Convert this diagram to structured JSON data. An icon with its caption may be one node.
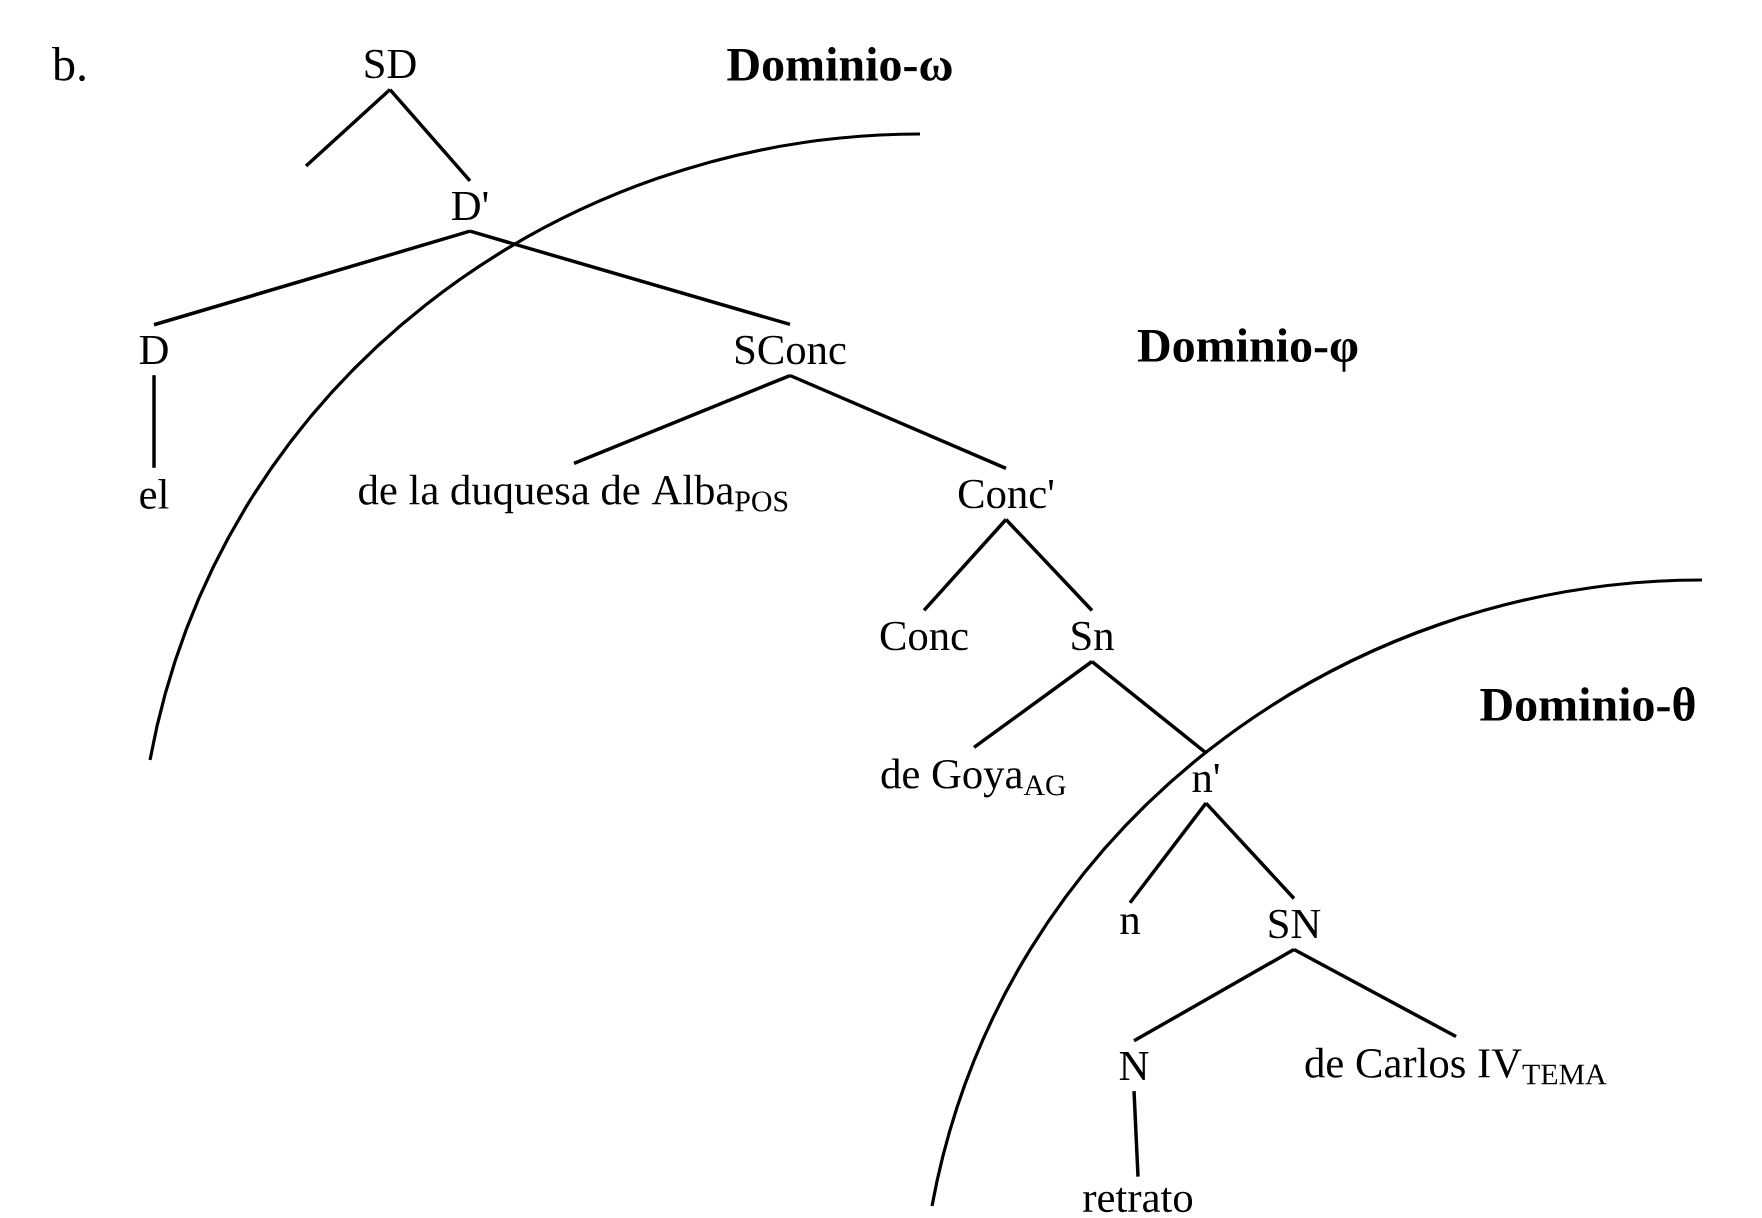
{
  "diagram": {
    "nodes": [
      {
        "text": [
          "SD"
        ]
      },
      {
        "text": [
          "D'"
        ]
      },
      {
        "text": [
          "D"
        ]
      },
      {
        "text": [
          "SConc"
        ]
      },
      {
        "text": [
          "el"
        ]
      },
      {
        "text": [
          "de la duquesa de Alba$_{POS}$"
        ]
      },
      {
        "text": [
          "Conc'"
        ]
      },
      {
        "text": [
          "Conc"
        ]
      },
      {
        "text": [
          "Sn"
        ]
      },
      {
        "text": [
          "de Goya$_{AG}$"
        ]
      },
      {
        "text": [
          "n'"
        ]
      },
      {
        "text": [
          "n"
        ]
      },
      {
        "text": [
          "SN"
        ]
      },
      {
        "text": [
          "N"
        ]
      },
      {
        "text": [
          "de Carlos IV$_{TEMA}$"
        ]
      },
      {
        "text": [
          "retrato"
        ]
      }
    ],
    "edges": [
      {
        "from": 0,
        "to": null,
        "arrow": "none"
      },
      {
        "from": 0,
        "to": 1,
        "arrow": "none"
      },
      {
        "from": 1,
        "to": 2,
        "arrow": "none"
      },
      {
        "from": 1,
        "to": 3,
        "arrow": "none"
      },
      {
        "from": 2,
        "to": 4,
        "arrow": "none"
      },
      {
        "from": 3,
        "to": 5,
        "arrow": "none"
      },
      {
        "from": 3,
        "to": 6,
        "arrow": "none"
      },
      {
        "from": 6,
        "to": 7,
        "arrow": "none"
      },
      {
        "from": 6,
        "to": 8,
        "arrow": "none"
      },
      {
        "from": 8,
        "to": 9,
        "arrow": "none"
      },
      {
        "from": 8,
        "to": 10,
        "arrow": "none"
      },
      {
        "from": 10,
        "to": 11,
        "arrow": "none"
      },
      {
        "from": 10,
        "to": 12,
        "arrow": "none"
      },
      {
        "from": 12,
        "to": 13,
        "arrow": "none"
      },
      {
        "from": 12,
        "to": 14,
        "arrow": "none"
      },
      {
        "from": 13,
        "to": 15,
        "arrow": "none"
      }
    ],
    "labels": [
      "b.",
      "Dominio-ω",
      "Dominio-φ",
      "Dominio-θ"
    ]
  }
}
